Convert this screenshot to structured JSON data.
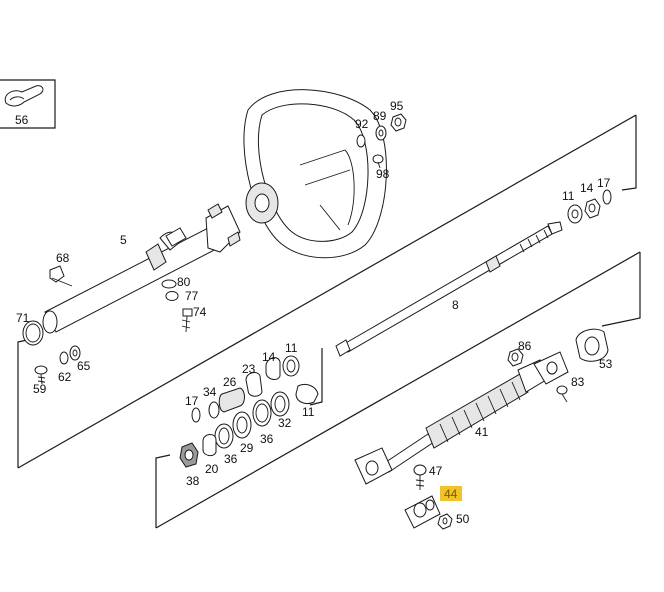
{
  "highlight_color": "#f2c22a",
  "callouts": {
    "c56": "56",
    "c92": "92",
    "c89": "89",
    "c95": "95",
    "c98": "98",
    "c11a": "11",
    "c14a": "14",
    "c17a": "17",
    "c5": "5",
    "c68": "68",
    "c80": "80",
    "c77": "77",
    "c74": "74",
    "c8": "8",
    "c71": "71",
    "c62": "62",
    "c65": "65",
    "c59": "59",
    "c14b": "14",
    "c11b": "11",
    "c23": "23",
    "c26": "26",
    "c34": "34",
    "c17b": "17",
    "c11c": "11",
    "c32": "32",
    "c36a": "36",
    "c29": "29",
    "c36b": "36",
    "c20": "20",
    "c38": "38",
    "c86": "86",
    "c53": "53",
    "c83": "83",
    "c41": "41",
    "c47": "47",
    "c44": "44",
    "c50": "50"
  }
}
